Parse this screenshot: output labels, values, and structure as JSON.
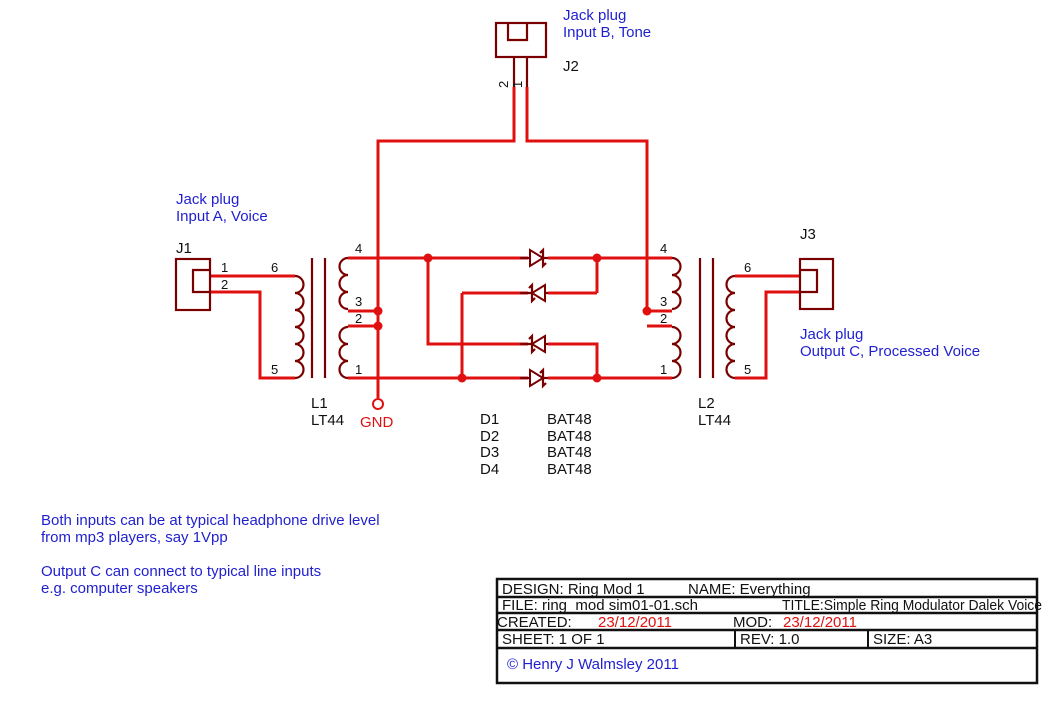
{
  "j2": {
    "title": "Jack plug",
    "subtitle": "Input B, Tone",
    "ref": "J2",
    "pin1": "1",
    "pin2": "2"
  },
  "j1": {
    "title": "Jack plug",
    "subtitle": "Input A, Voice",
    "ref": "J1",
    "pin1": "1",
    "pin2": "2"
  },
  "j3": {
    "title": "Jack plug",
    "subtitle": "Output C, Processed Voice",
    "ref": "J3"
  },
  "l1": {
    "ref": "L1",
    "value": "LT44",
    "pins": [
      "6",
      "5",
      "4",
      "3",
      "2",
      "1"
    ]
  },
  "l2": {
    "ref": "L2",
    "value": "LT44",
    "pins": [
      "4",
      "3",
      "2",
      "1",
      "6",
      "5"
    ]
  },
  "gnd": {
    "label": "GND"
  },
  "diodes": [
    {
      "ref": "D1",
      "value": "BAT48"
    },
    {
      "ref": "D2",
      "value": "BAT48"
    },
    {
      "ref": "D3",
      "value": "BAT48"
    },
    {
      "ref": "D4",
      "value": "BAT48"
    }
  ],
  "notes": [
    "Both inputs can be at typical headphone drive level",
    "from mp3 players, say 1Vpp",
    "Output C can connect to typical line inputs",
    "e.g. computer speakers"
  ],
  "title_block": {
    "design": "DESIGN:  Ring Mod 1",
    "name": "NAME:  Everything",
    "file": "FILE: ring_mod    sim01-01.sch",
    "title": "TITLE:Simple Ring Modulator Dalek Voice",
    "created_label": "CREATED:",
    "created_value": "23/12/2011",
    "mod_label": "MOD:",
    "mod_value": "23/12/2011",
    "sheet": "SHEET: 1     OF  1",
    "rev": "REV:  1.0",
    "size": "SIZE: A3",
    "copyright": "© Henry J Walmsley 2011"
  },
  "colors": {
    "wire": "#e01010",
    "component": "#7a0000",
    "label": "#1f1fd0",
    "text": "#111111"
  }
}
